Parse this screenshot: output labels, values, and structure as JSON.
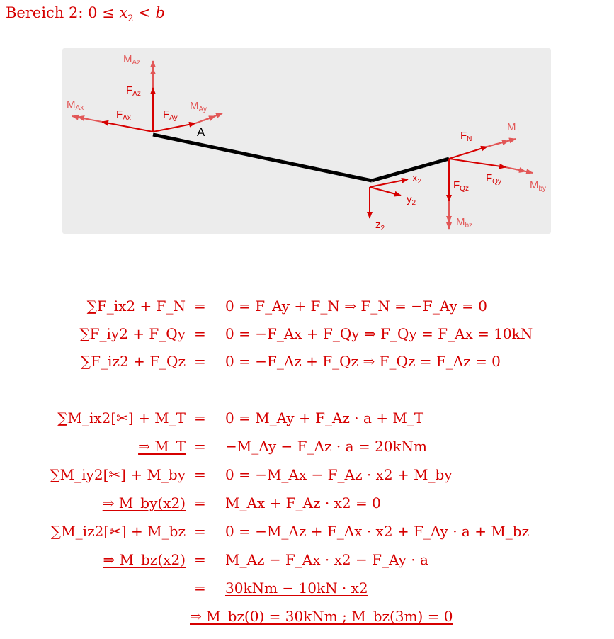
{
  "heading": {
    "prefix": "Bereich 2: 0 ≤ ",
    "var": "x",
    "sub": "2",
    "suffix": " < ",
    "b": "b"
  },
  "figure": {
    "labels": {
      "M_Az": {
        "main": "M",
        "sub": "Az"
      },
      "F_Az": {
        "main": "F",
        "sub": "Az"
      },
      "M_Ax": {
        "main": "M",
        "sub": "Ax"
      },
      "F_Ax": {
        "main": "F",
        "sub": "Ax"
      },
      "F_Ay": {
        "main": "F",
        "sub": "Ay"
      },
      "M_Ay": {
        "main": "M",
        "sub": "Ay"
      },
      "A": "A",
      "x2": {
        "main": "x",
        "sub": "2"
      },
      "y2": {
        "main": "y",
        "sub": "2"
      },
      "z2": {
        "main": "z",
        "sub": "2"
      },
      "F_N": {
        "main": "F",
        "sub": "N"
      },
      "M_T": {
        "main": "M",
        "sub": "T"
      },
      "F_Qy": {
        "main": "F",
        "sub": "Qy"
      },
      "M_by": {
        "main": "M",
        "sub": "by"
      },
      "F_Qz": {
        "main": "F",
        "sub": "Qz"
      },
      "M_bz": {
        "main": "M",
        "sub": "bz"
      }
    }
  },
  "force_equations": [
    {
      "lhs": "∑F_ix2 + F_N",
      "rhs": "0 = F_Ay + F_N ⇒ F_N = −F_Ay = 0"
    },
    {
      "lhs": "∑F_iy2 + F_Qy",
      "rhs": "0 = −F_Ax + F_Qy ⇒ F_Qy = F_Ax = 10kN"
    },
    {
      "lhs": "∑F_iz2 + F_Qz",
      "rhs": "0 = −F_Az + F_Qz ⇒ F_Qz = F_Az = 0"
    }
  ],
  "moment_equations": [
    {
      "lhs": "∑M_ix2[✂] + M_T",
      "rhs": "0 = M_Ay + F_Az · a + M_T"
    },
    {
      "lhs": "⇒ M_T",
      "rhs": "−M_Ay − F_Az · a = 20kNm"
    },
    {
      "lhs": "∑M_iy2[✂] + M_by",
      "rhs": "0 = −M_Ax − F_Az · x2 + M_by"
    },
    {
      "lhs": "⇒ M_by(x2)",
      "rhs": "M_Ax + F_Az · x2 = 0"
    },
    {
      "lhs": "∑M_iz2[✂] + M_bz",
      "rhs": "0 = −M_Az + F_Ax · x2 + F_Ay · a + M_bz"
    },
    {
      "lhs": "⇒ M_bz(x2)",
      "rhs": "M_Az − F_Ax · x2 − F_Ay · a"
    },
    {
      "lhs": "",
      "rhs": "30kNm − 10kN · x2"
    },
    {
      "lhs": "",
      "rhs": "⇒ M_bz(0) = 30kNm ;   M_bz(3m) = 0"
    }
  ],
  "colors": {
    "red": "#d60000",
    "pink": "#e25757",
    "beam": "#000000",
    "figure_bg": "#ececec"
  }
}
